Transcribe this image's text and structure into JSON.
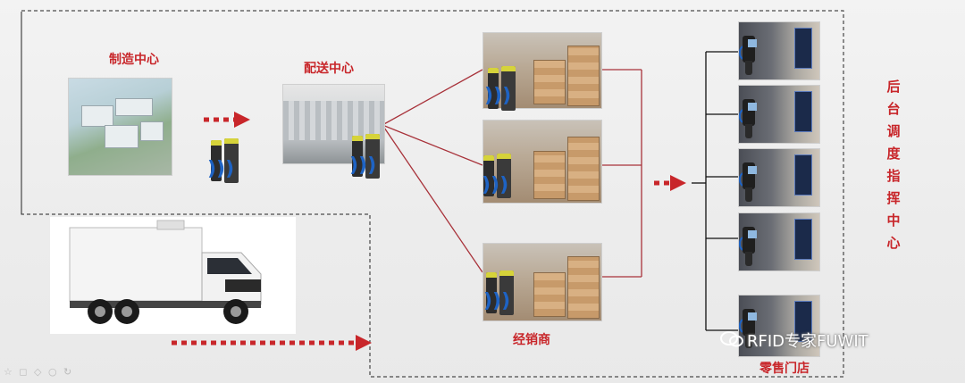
{
  "labels": {
    "manufacturing": "制造中心",
    "distribution": "配送中心",
    "dealer": "经销商",
    "retail": "零售门店",
    "backend": [
      "后",
      "台",
      "调",
      "度",
      "指",
      "挥",
      "中",
      "心"
    ]
  },
  "watermark": "RFID专家FUWIT",
  "colors": {
    "accent": "#c8262a",
    "arrow": "#c8262a",
    "tree_line": "#111111",
    "rfid_wave": "#1e63c4"
  },
  "icons": [
    "rfid-reader-icon",
    "wifi-signal-icon",
    "handheld-scanner-icon",
    "wechat-icon"
  ],
  "bottom_toolbar": "☆ ◻ ◇ ○ ↻"
}
